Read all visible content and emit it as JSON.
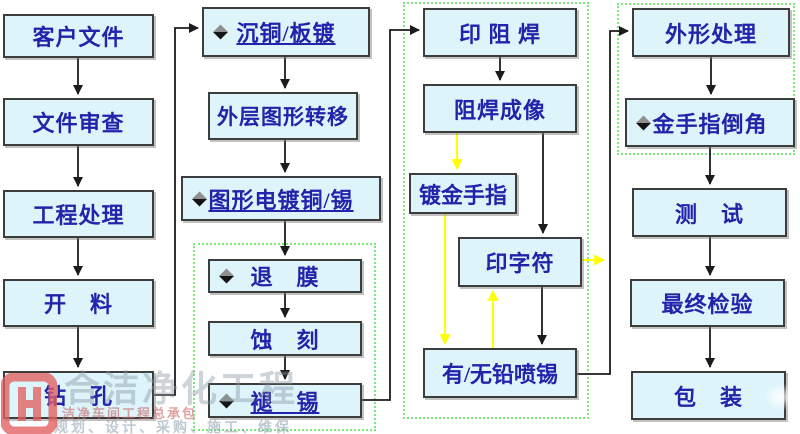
{
  "flow": {
    "col1": [
      "客户文件",
      "文件审查",
      "工程处理",
      "开　料",
      "钻　孔"
    ],
    "col2": [
      "沉铜/板镀",
      "外层图形转移",
      "图形电镀铜/锡"
    ],
    "col2_group": [
      "退　膜",
      "蚀　刻",
      "褪　锡"
    ],
    "col3": [
      "印 阻 焊",
      "阻焊成像",
      "镀金手指",
      "印字符",
      "有/无铅喷锡"
    ],
    "col4": [
      "外形处理",
      "金手指倒角",
      "测　试",
      "最终检验",
      "包　装"
    ]
  },
  "watermark": {
    "line_large": "合洁净化工程",
    "line_small_red": "洁净车间工程总承包",
    "line_small_gray": "规划、设计、采购、施工、维保"
  },
  "colors": {
    "node_fill": "#ddf4fb",
    "node_border": "#3d3d3d",
    "node_text": "#2222aa",
    "group_dash_green": "#7be77b",
    "arrow_black": "#1c1c1c",
    "arrow_yellow": "#ffff00",
    "logo_red": "#e26060"
  }
}
